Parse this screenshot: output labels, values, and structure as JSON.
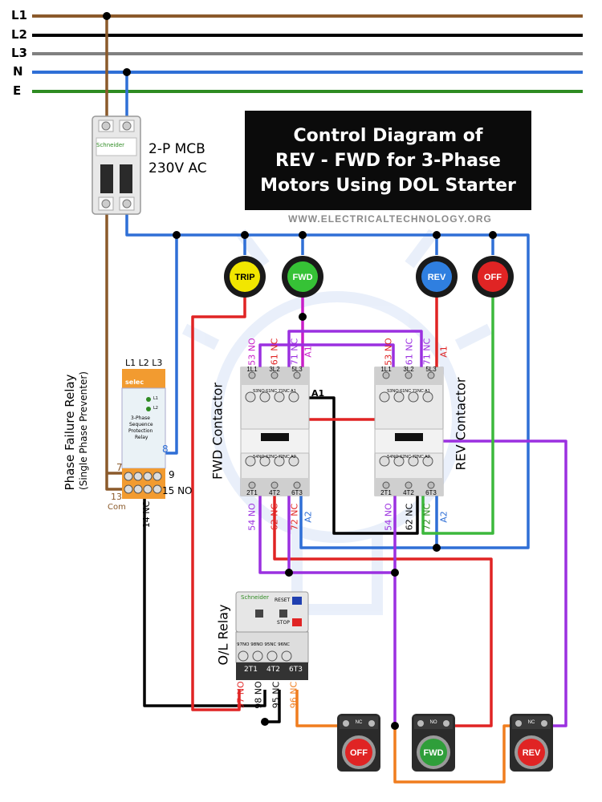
{
  "title": {
    "lines": [
      "Control Diagram of",
      "REV - FWD for 3-Phase",
      "Motors Using DOL Starter"
    ],
    "website": "WWW.ELECTRICALTECHNOLOGY.ORG"
  },
  "supply": {
    "lines": [
      {
        "label": "L1",
        "color": "#8B5A2B"
      },
      {
        "label": "L2",
        "color": "#000000"
      },
      {
        "label": "L3",
        "color": "#808080"
      },
      {
        "label": "N",
        "color": "#2F6FD6"
      },
      {
        "label": "E",
        "color": "#2E8B22"
      }
    ]
  },
  "mcb": {
    "label_line1": "2-P MCB",
    "label_line2": "230V AC",
    "brand": "Schneider"
  },
  "lamps": [
    {
      "label": "TRIP",
      "color": "#F2E600",
      "text_color": "#000000"
    },
    {
      "label": "FWD",
      "color": "#36C236",
      "text_color": "#ffffff"
    },
    {
      "label": "REV",
      "color": "#2F7FE0",
      "text_color": "#ffffff"
    },
    {
      "label": "OFF",
      "color": "#E02424",
      "text_color": "#ffffff"
    }
  ],
  "phase_relay": {
    "title": "Phase Failure Relay",
    "subtitle": "(Single Phase Preventer)",
    "top_terms": "L1 L2 L3",
    "brand": "selec",
    "body_text_1": "3-Phase",
    "body_text_2": "Sequence",
    "body_text_3": "Protection",
    "body_text_4": "Relay",
    "led1": "L1",
    "led2": "L2",
    "t8": "8",
    "t7": "7",
    "t9": "9",
    "t13": "13",
    "com": "Com",
    "t15": "15 NO",
    "t14": "14 NC"
  },
  "fwd_contactor": {
    "label": "FWD Contactor",
    "top_codes": [
      "53 NO",
      "61 NC",
      "71 NC",
      "A1"
    ],
    "bottom_codes": [
      "54 NO",
      "62 NC",
      "72 NC",
      "A2"
    ],
    "tag_a1": "A1",
    "terms_top": [
      "1L1",
      "3L2",
      "5L3"
    ],
    "terms_aux": "53NO 61NC 71NC A1",
    "terms_aux2": "54NO 62NC 72NC A2",
    "terms_bot": [
      "2T1",
      "4T2",
      "6T3"
    ]
  },
  "rev_contactor": {
    "label": "REV Contactor",
    "top_codes": [
      "53 NO",
      "61 NC",
      "71 NC",
      "A1"
    ],
    "bottom_codes": [
      "54 NO",
      "62 NC",
      "72 NC",
      "A2"
    ],
    "terms_top": [
      "1L1",
      "3L2",
      "5L3"
    ],
    "terms_aux": "53NO 61NC 71NC A1",
    "terms_aux2": "54NO 62NC 72NC A2",
    "terms_bot": [
      "2T1",
      "4T2",
      "6T3"
    ]
  },
  "ol_relay": {
    "label": "O/L Relay",
    "brand": "Schneider",
    "reset": "RESET",
    "stop": "STOP",
    "terms": "97NO 98NO 95NC 96NC",
    "bottom_terms": [
      "2T1",
      "4T2",
      "6T3"
    ],
    "codes": [
      "97 NO",
      "98 NO",
      "95 NC",
      "96 NC"
    ]
  },
  "push_buttons": [
    {
      "label": "OFF",
      "nc": "NC",
      "color": "#E02424"
    },
    {
      "label": "FWD",
      "nc": "NO",
      "color": "#2F9E3A"
    },
    {
      "label": "REV",
      "nc": "NC",
      "color": "#E02424"
    }
  ]
}
